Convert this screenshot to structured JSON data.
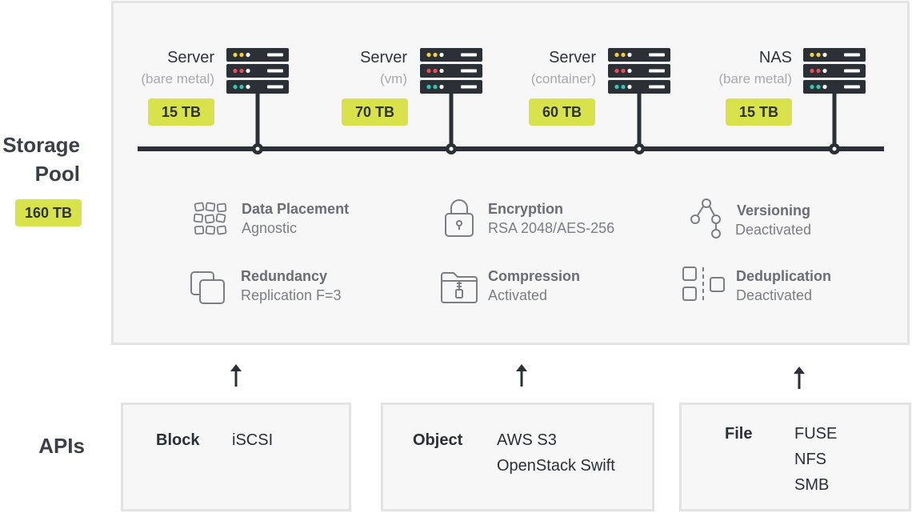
{
  "sections": {
    "storage_pool_label": "Storage Pool",
    "apis_label": "APIs"
  },
  "pool_capacity": "160 TB",
  "nodes": [
    {
      "name": "Server",
      "sub": "(bare metal)",
      "capacity": "15 TB"
    },
    {
      "name": "Server",
      "sub": "(vm)",
      "capacity": "70 TB"
    },
    {
      "name": "Server",
      "sub": "(container)",
      "capacity": "60 TB"
    },
    {
      "name": "NAS",
      "sub": "(bare metal)",
      "capacity": "15 TB"
    }
  ],
  "features": [
    {
      "title": "Data Placement",
      "value": "Agnostic",
      "icon": "grid-icon"
    },
    {
      "title": "Encryption",
      "value": "RSA 2048/AES-256",
      "icon": "lock-icon"
    },
    {
      "title": "Versioning",
      "value": "Deactivated",
      "icon": "branch-icon"
    },
    {
      "title": "Redundancy",
      "value": "Replication F=3",
      "icon": "copies-icon"
    },
    {
      "title": "Compression",
      "value": "Activated",
      "icon": "zip-folder-icon"
    },
    {
      "title": "Deduplication",
      "value": "Deactivated",
      "icon": "dedup-icon"
    }
  ],
  "apis": [
    {
      "name": "Block",
      "protocols": [
        "iSCSI"
      ]
    },
    {
      "name": "Object",
      "protocols": [
        "AWS S3",
        "OpenStack Swift"
      ]
    },
    {
      "name": "File",
      "protocols": [
        "FUSE",
        "NFS",
        "SMB"
      ]
    }
  ],
  "colors": {
    "badge": "#d8e34b",
    "server_body": "#2b2f36",
    "led_yellow": "#f2d33b",
    "led_red": "#e8505b",
    "led_teal": "#35c9b3"
  }
}
